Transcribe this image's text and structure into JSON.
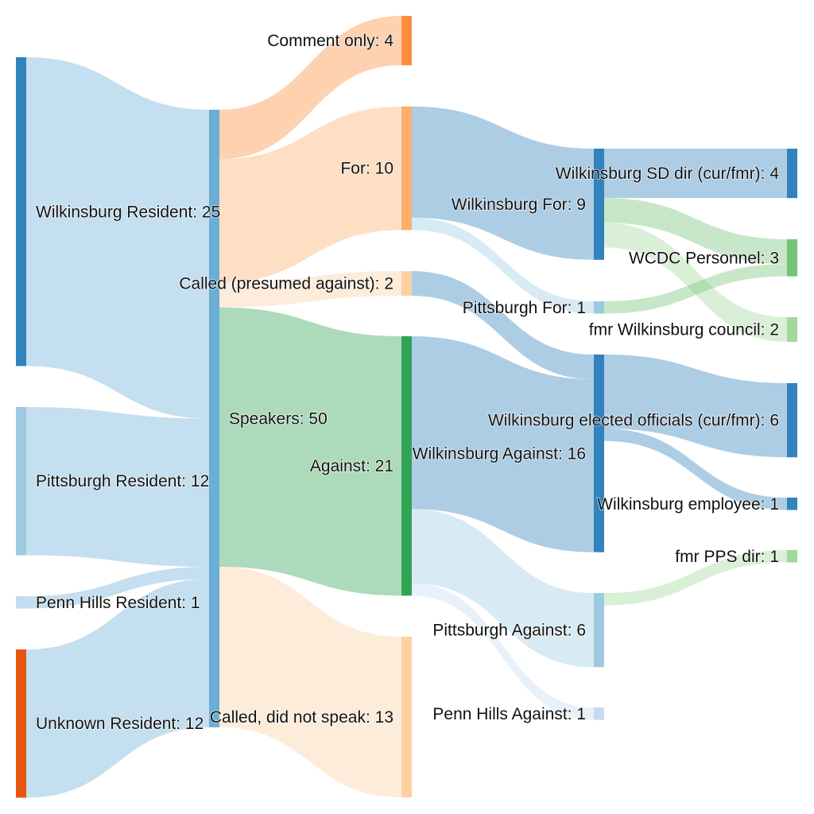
{
  "chart_data": {
    "type": "sankey",
    "link_opacity": 0.4,
    "nodes": [
      {
        "id": "wr",
        "label": "Wilkinsburg Resident",
        "value": 25,
        "color": "#3182bd",
        "column": 0
      },
      {
        "id": "pr",
        "label": "Pittsburgh Resident",
        "value": 12,
        "color": "#9ecae1",
        "column": 0
      },
      {
        "id": "phr",
        "label": "Penn Hills Resident",
        "value": 1,
        "color": "#c6dbef",
        "column": 0
      },
      {
        "id": "ur",
        "label": "Unknown Resident",
        "value": 12,
        "color": "#e6550d",
        "column": 0
      },
      {
        "id": "sp",
        "label": "Speakers",
        "value": 50,
        "color": "#6baed6",
        "column": 1
      },
      {
        "id": "co",
        "label": "Comment only",
        "value": 4,
        "color": "#fd8d3c",
        "column": 2
      },
      {
        "id": "for",
        "label": "For",
        "value": 10,
        "color": "#fdae6b",
        "column": 2
      },
      {
        "id": "cpa",
        "label": "Called (presumed against)",
        "value": 2,
        "color": "#fdd0a2",
        "column": 2
      },
      {
        "id": "ag",
        "label": "Against",
        "value": 21,
        "color": "#31a354",
        "column": 2
      },
      {
        "id": "cdns",
        "label": "Called, did not speak",
        "value": 13,
        "color": "#fdd0a2",
        "column": 2
      },
      {
        "id": "wf",
        "label": "Wilkinsburg For",
        "value": 9,
        "color": "#3182bd",
        "column": 3
      },
      {
        "id": "pf",
        "label": "Pittsburgh For",
        "value": 1,
        "color": "#9ecae1",
        "column": 3
      },
      {
        "id": "wa",
        "label": "Wilkinsburg Against",
        "value": 16,
        "color": "#3182bd",
        "column": 3
      },
      {
        "id": "pa",
        "label": "Pittsburgh Against",
        "value": 6,
        "color": "#9ecae1",
        "column": 3
      },
      {
        "id": "pha",
        "label": "Penn Hills Against",
        "value": 1,
        "color": "#c6dbef",
        "column": 3
      },
      {
        "id": "sd",
        "label": "Wilkinsburg SD dir (cur/fmr)",
        "value": 4,
        "color": "#3182bd",
        "column": 4
      },
      {
        "id": "wcdc",
        "label": "WCDC Personnel",
        "value": 3,
        "color": "#74c476",
        "column": 4
      },
      {
        "id": "fwc",
        "label": "fmr Wilkinsburg council",
        "value": 2,
        "color": "#a1d99b",
        "column": 4
      },
      {
        "id": "weo",
        "label": "Wilkinsburg elected officials (cur/fmr)",
        "value": 6,
        "color": "#3182bd",
        "column": 4
      },
      {
        "id": "we",
        "label": "Wilkinsburg employee",
        "value": 1,
        "color": "#3182bd",
        "column": 4
      },
      {
        "id": "pps",
        "label": "fmr PPS dir",
        "value": 1,
        "color": "#a1d99b",
        "column": 4
      }
    ],
    "links": [
      {
        "source": "wr",
        "target": "sp",
        "value": 25
      },
      {
        "source": "pr",
        "target": "sp",
        "value": 12
      },
      {
        "source": "phr",
        "target": "sp",
        "value": 1
      },
      {
        "source": "ur",
        "target": "sp",
        "value": 12
      },
      {
        "source": "sp",
        "target": "co",
        "value": 4
      },
      {
        "source": "sp",
        "target": "for",
        "value": 10
      },
      {
        "source": "sp",
        "target": "cpa",
        "value": 2
      },
      {
        "source": "sp",
        "target": "ag",
        "value": 21
      },
      {
        "source": "sp",
        "target": "cdns",
        "value": 13
      },
      {
        "source": "for",
        "target": "wf",
        "value": 9
      },
      {
        "source": "for",
        "target": "pf",
        "value": 1
      },
      {
        "source": "cpa",
        "target": "wa",
        "value": 2
      },
      {
        "source": "ag",
        "target": "wa",
        "value": 14
      },
      {
        "source": "ag",
        "target": "pa",
        "value": 6
      },
      {
        "source": "ag",
        "target": "pha",
        "value": 1
      },
      {
        "source": "wf",
        "target": "sd",
        "value": 4
      },
      {
        "source": "wf",
        "target": "wcdc",
        "value": 2
      },
      {
        "source": "wf",
        "target": "fwc",
        "value": 2
      },
      {
        "source": "pf",
        "target": "wcdc",
        "value": 1
      },
      {
        "source": "wa",
        "target": "weo",
        "value": 6
      },
      {
        "source": "wa",
        "target": "we",
        "value": 1
      },
      {
        "source": "pa",
        "target": "pps",
        "value": 1
      }
    ]
  }
}
